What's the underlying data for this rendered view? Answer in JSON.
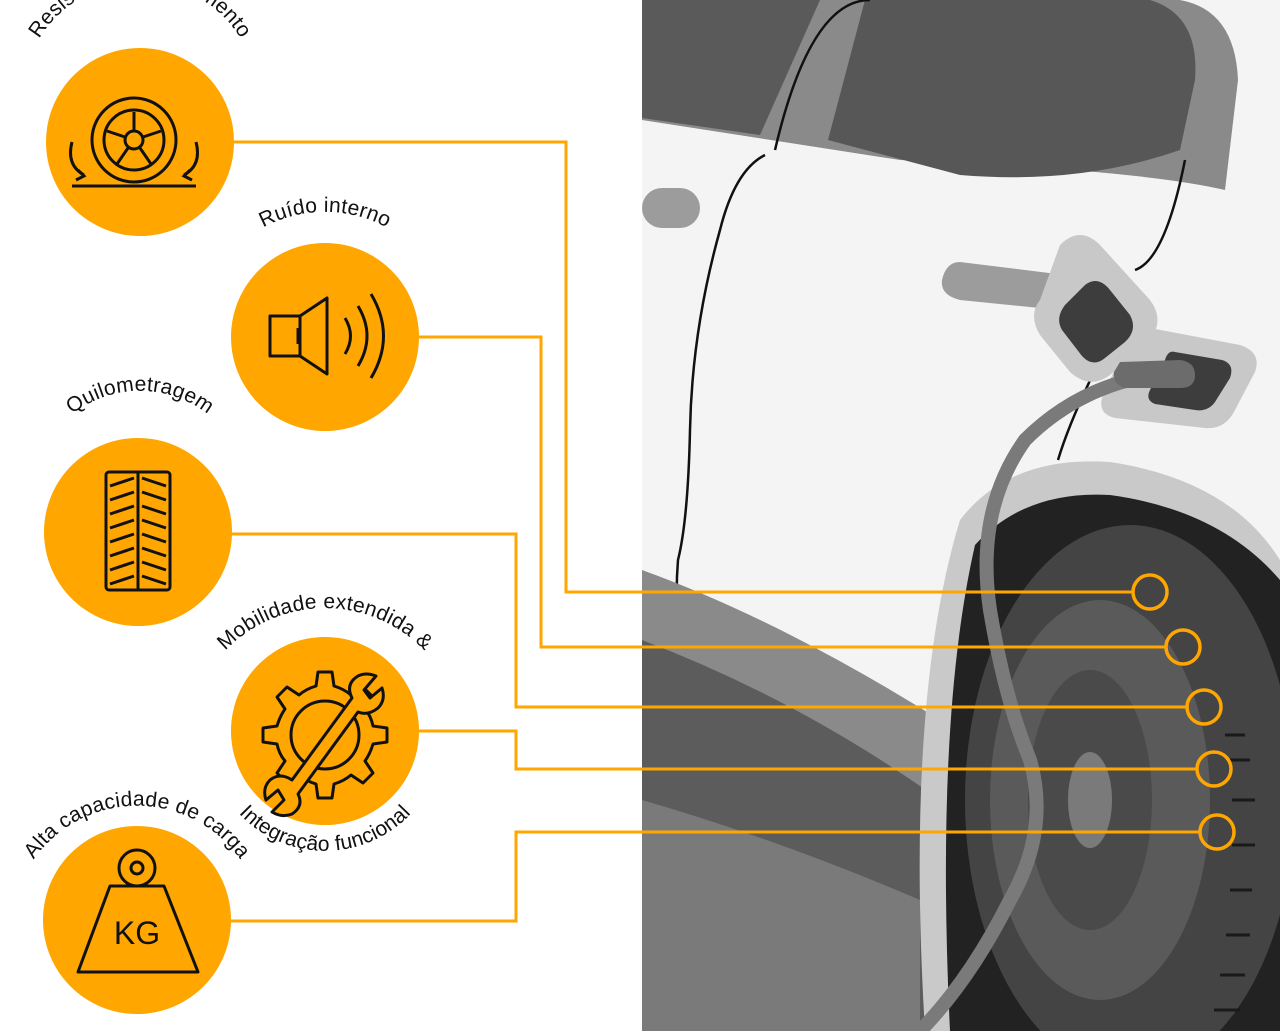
{
  "colors": {
    "accent": "#FFA600",
    "icon_stroke": "#111111",
    "car_light": "#f4f4f4",
    "car_mid": "#9c9c9c",
    "car_dark": "#5a5a5a",
    "car_darker": "#3a3a3a"
  },
  "features": [
    {
      "id": "rolling-resistance",
      "label": "Resistência ao rolamento",
      "icon": "tire-rolling-icon"
    },
    {
      "id": "internal-noise",
      "label": "Ruído interno",
      "icon": "speaker-sound-icon"
    },
    {
      "id": "mileage",
      "label": "Quilometragem",
      "icon": "tire-tread-icon"
    },
    {
      "id": "extended-mobility",
      "label": "Mobilidade extendida &",
      "label_bottom": "Integração funcional",
      "icon": "gear-wrench-icon"
    },
    {
      "id": "load-capacity",
      "label": "Alta capacidade de carga",
      "icon": "kg-weight-icon",
      "icon_text": "KG"
    }
  ]
}
